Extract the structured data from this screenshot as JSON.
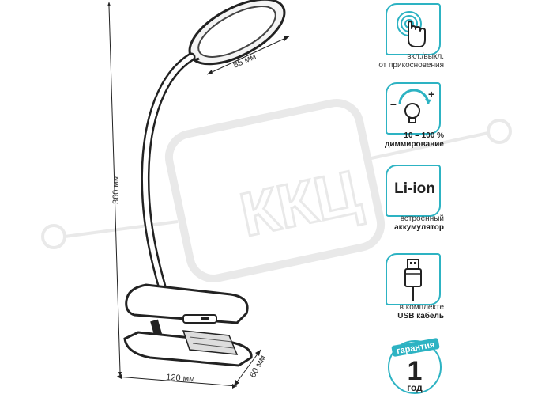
{
  "dimensions": {
    "height": "360 мм",
    "head": "85 мм",
    "width": "120 мм",
    "depth": "60 мм"
  },
  "watermark": "ККЦ",
  "features": [
    {
      "line1": "вкл./выкл.",
      "line2": "от прикосновения",
      "icon": "touch-icon"
    },
    {
      "line1": "10 – 100 %",
      "line2": "диммирование",
      "icon": "dimmer-icon"
    },
    {
      "title": "Li-ion",
      "line1": "встроенный",
      "line2": "аккумулятор",
      "icon": "battery-text"
    },
    {
      "line1": "в комплекте",
      "line2": "USB кабель",
      "icon": "usb-cable-icon"
    }
  ],
  "warranty": {
    "label": "гарантия",
    "number": "1",
    "unit": "год"
  },
  "colors": {
    "accent": "#2db3c3",
    "line": "#222222"
  }
}
